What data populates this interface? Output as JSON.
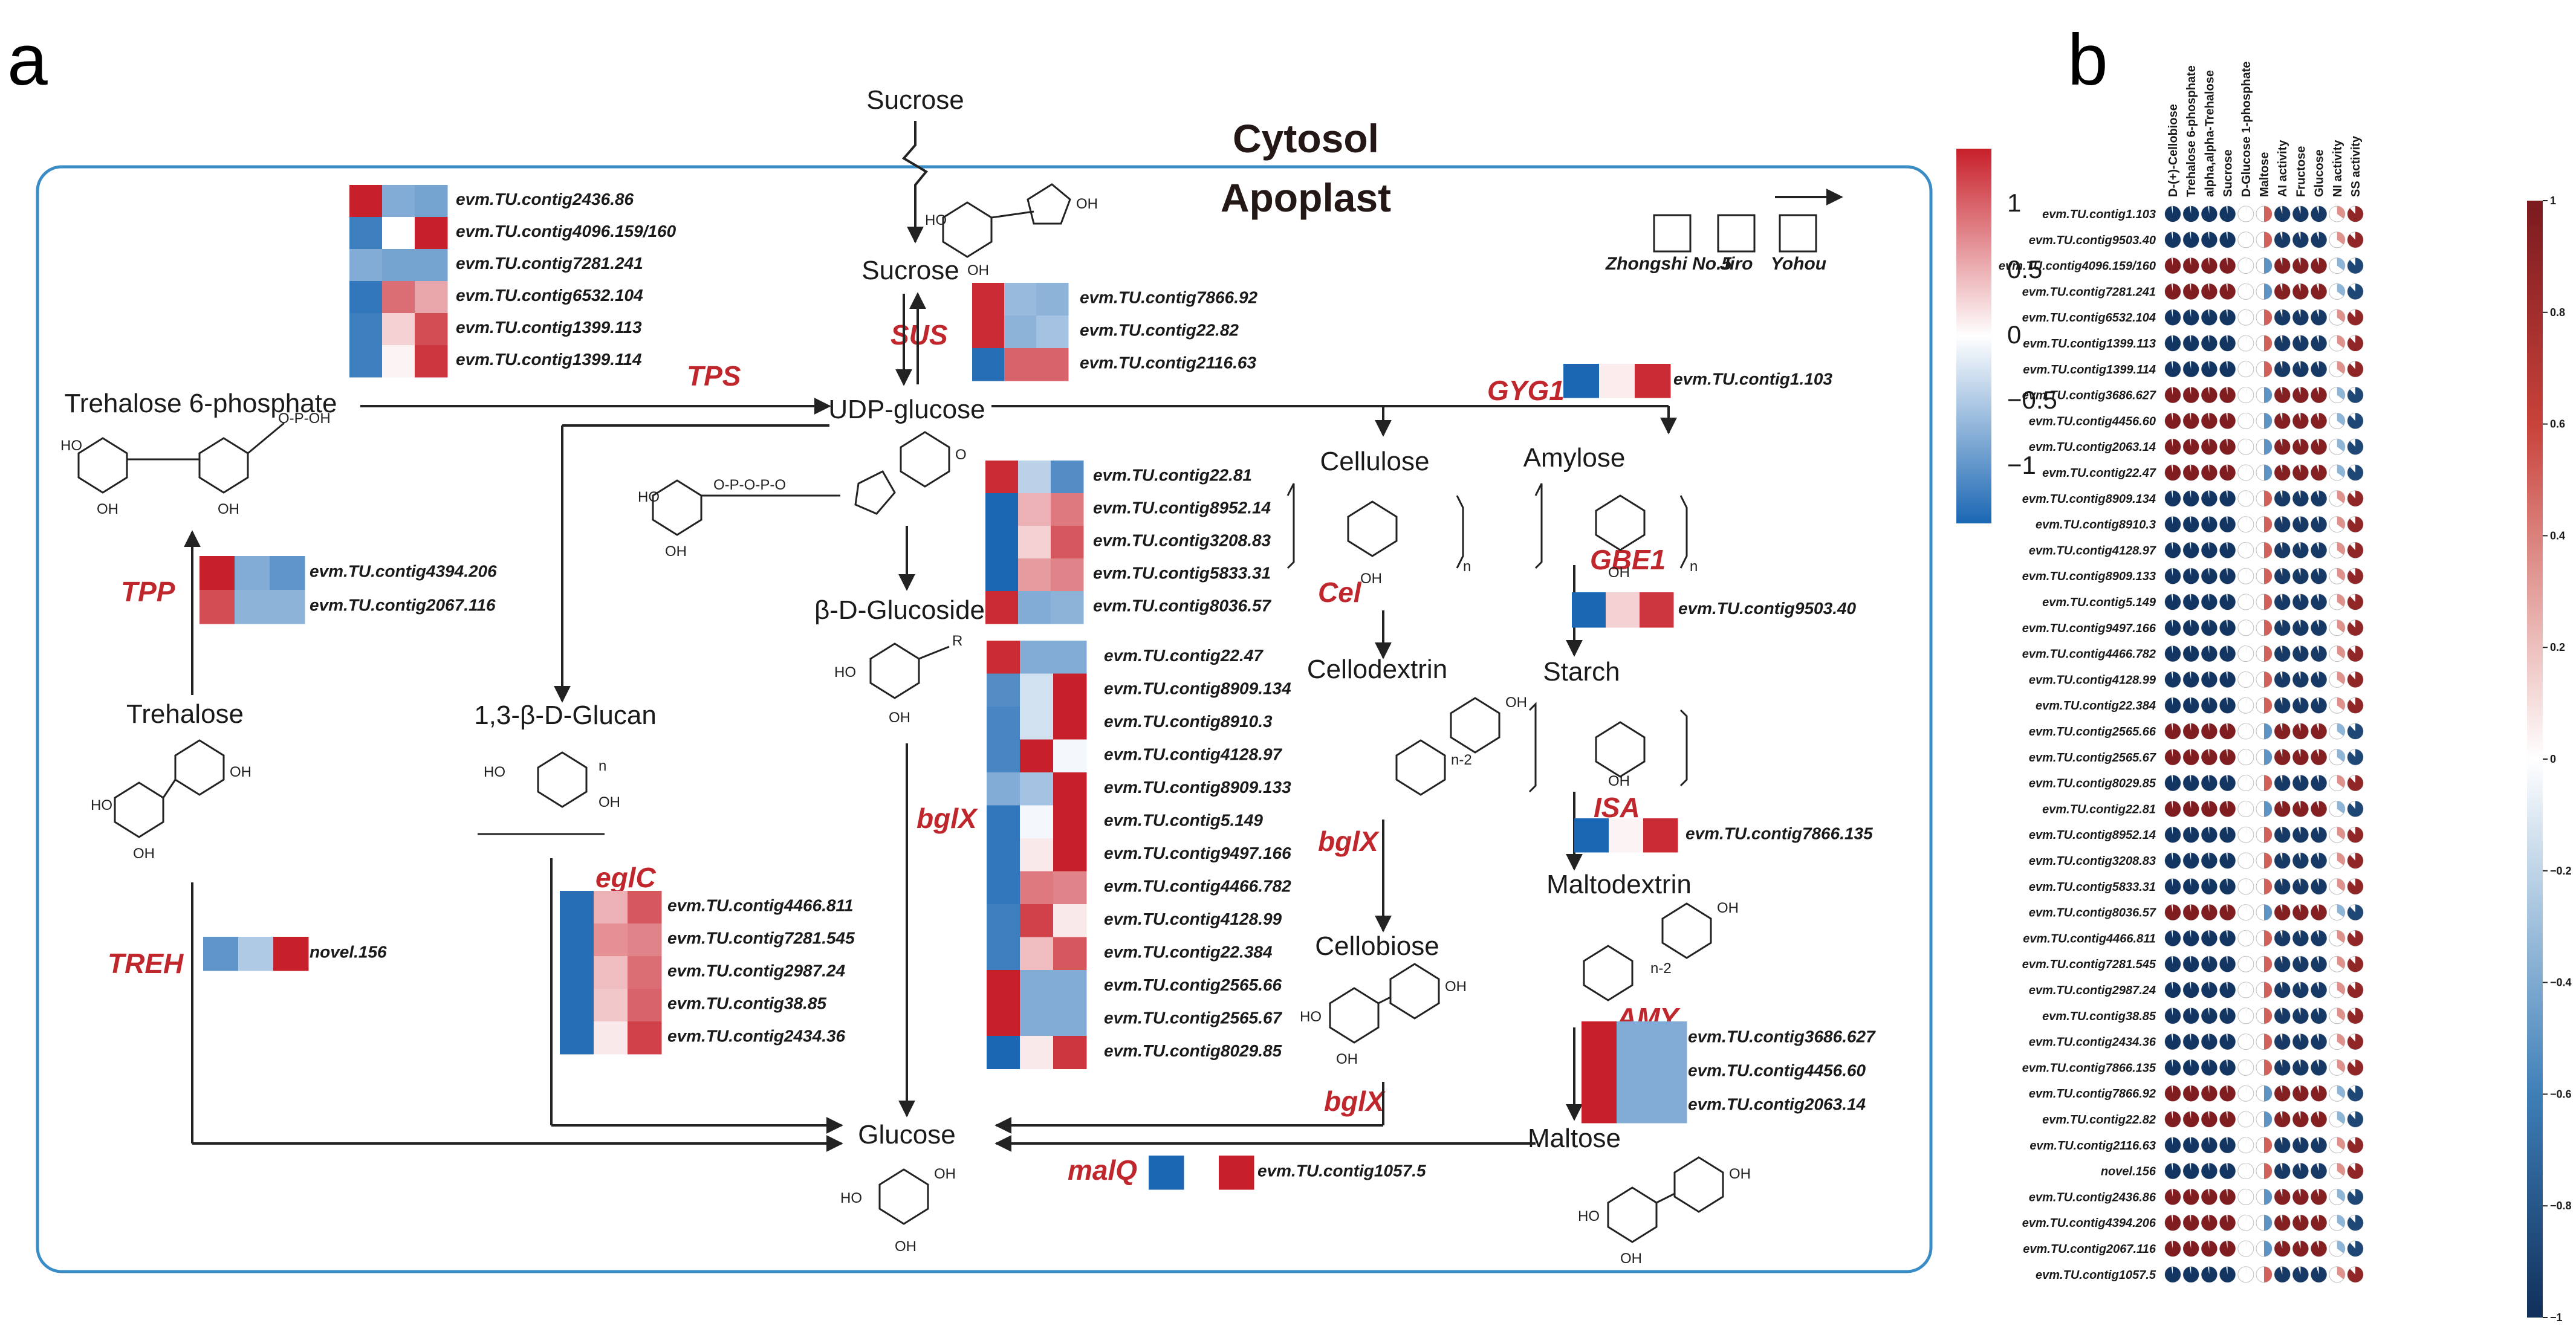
{
  "panel_labels": {
    "a": "a",
    "b": "b"
  },
  "compartments": {
    "cytosol": "Cytosol",
    "apoplast": "Apoplast"
  },
  "metabolites": {
    "sucrose_in": "Sucrose",
    "sucrose": "Sucrose",
    "udp_glucose": "UDP-glucose",
    "trehalose6p": "Trehalose 6-phosphate",
    "trehalose": "Trehalose",
    "glucan": "1,3-β-D-Glucan",
    "glucoside": "β-D-Glucoside",
    "cellulose": "Cellulose",
    "cellodextrin": "Cellodextrin",
    "cellobiose": "Cellobiose",
    "amylose": "Amylose",
    "starch": "Starch",
    "maltodextrin": "Maltodextrin",
    "maltose": "Maltose",
    "glucose": "Glucose"
  },
  "enzymes": {
    "SUS": "SUS",
    "TPS": "TPS",
    "TPP": "TPP",
    "TREH": "TREH",
    "eglC": "eglC",
    "bglX_main": "bglX",
    "bglX_mid": "bglX",
    "bglX_low": "bglX",
    "Cel": "Cel",
    "GYG1": "GYG1",
    "GBE1": "GBE1",
    "ISA": "ISA",
    "AMY": "AMY",
    "malQ": "malQ"
  },
  "cultivar_legend": {
    "labels": [
      "Zhongshi No.5",
      "Jiro",
      "Yohou"
    ]
  },
  "colorbar_a": {
    "ticks": [
      "1",
      "0.5",
      "0",
      "−0.5",
      "−1"
    ],
    "colors": [
      "#c8202a",
      "#ffffff",
      "#1b67b3"
    ]
  },
  "heatmaps": [
    {
      "id": "tps",
      "genes": [
        "evm.TU.contig2436.86",
        "evm.TU.contig4096.159/160",
        "evm.TU.contig7281.241",
        "evm.TU.contig6532.104",
        "evm.TU.contig1399.113",
        "evm.TU.contig1399.114"
      ],
      "values": [
        [
          1.0,
          -0.55,
          -0.6
        ],
        [
          -0.85,
          0.0,
          1.0
        ],
        [
          -0.55,
          -0.6,
          -0.6
        ],
        [
          -0.9,
          0.65,
          0.4
        ],
        [
          -0.85,
          0.2,
          0.8
        ],
        [
          -0.85,
          0.05,
          0.9
        ]
      ]
    },
    {
      "id": "sus",
      "genes": [
        "evm.TU.contig7866.92",
        "evm.TU.contig22.82",
        "evm.TU.contig2116.63"
      ],
      "values": [
        [
          0.95,
          -0.45,
          -0.5
        ],
        [
          0.95,
          -0.5,
          -0.4
        ],
        [
          -0.95,
          0.7,
          0.7
        ]
      ]
    },
    {
      "id": "gyg1",
      "genes": [
        "evm.TU.contig1.103"
      ],
      "values": [
        [
          -1.0,
          0.08,
          0.95
        ]
      ]
    },
    {
      "id": "tpp",
      "genes": [
        "evm.TU.contig4394.206",
        "evm.TU.contig2067.116"
      ],
      "values": [
        [
          1.0,
          -0.55,
          -0.7
        ],
        [
          0.8,
          -0.5,
          -0.5
        ]
      ]
    },
    {
      "id": "cel",
      "genes": [
        "evm.TU.contig22.81",
        "evm.TU.contig8952.14",
        "evm.TU.contig3208.83",
        "evm.TU.contig5833.31",
        "evm.TU.contig8036.57"
      ],
      "values": [
        [
          0.95,
          -0.3,
          -0.75
        ],
        [
          -1.0,
          0.35,
          0.6
        ],
        [
          -1.0,
          0.2,
          0.75
        ],
        [
          -1.0,
          0.45,
          0.55
        ],
        [
          0.95,
          -0.55,
          -0.5
        ]
      ]
    },
    {
      "id": "bglx",
      "genes": [
        "evm.TU.contig22.47",
        "evm.TU.contig8909.134",
        "evm.TU.contig8910.3",
        "evm.TU.contig4128.97",
        "evm.TU.contig8909.133",
        "evm.TU.contig5.149",
        "evm.TU.contig9497.166",
        "evm.TU.contig4466.782",
        "evm.TU.contig4128.99",
        "evm.TU.contig22.384",
        "evm.TU.contig2565.66",
        "evm.TU.contig2565.67",
        "evm.TU.contig8029.85"
      ],
      "values": [
        [
          0.95,
          -0.55,
          -0.55
        ],
        [
          -0.75,
          -0.2,
          1.0
        ],
        [
          -0.8,
          -0.2,
          1.0
        ],
        [
          -0.8,
          1.0,
          -0.05
        ],
        [
          -0.55,
          -0.4,
          1.0
        ],
        [
          -0.9,
          -0.05,
          1.0
        ],
        [
          -0.9,
          0.1,
          1.0
        ],
        [
          -0.9,
          0.6,
          0.55
        ],
        [
          -0.85,
          0.85,
          0.1
        ],
        [
          -0.85,
          0.3,
          0.75
        ],
        [
          1.0,
          -0.55,
          -0.55
        ],
        [
          1.0,
          -0.55,
          -0.55
        ],
        [
          -1.0,
          0.1,
          0.9
        ]
      ]
    },
    {
      "id": "gbe1",
      "genes": [
        "evm.TU.contig9503.40"
      ],
      "values": [
        [
          -1.0,
          0.2,
          0.9
        ]
      ]
    },
    {
      "id": "eglc",
      "genes": [
        "evm.TU.contig4466.811",
        "evm.TU.contig7281.545",
        "evm.TU.contig2987.24",
        "evm.TU.contig38.85",
        "evm.TU.contig2434.36"
      ],
      "values": [
        [
          -0.95,
          0.35,
          0.75
        ],
        [
          -0.95,
          0.5,
          0.55
        ],
        [
          -0.95,
          0.3,
          0.65
        ],
        [
          -0.95,
          0.25,
          0.7
        ],
        [
          -0.95,
          0.1,
          0.85
        ]
      ]
    },
    {
      "id": "isa",
      "genes": [
        "evm.TU.contig7866.135"
      ],
      "values": [
        [
          -1.0,
          0.05,
          0.95
        ]
      ]
    },
    {
      "id": "treh",
      "genes": [
        "novel.156"
      ],
      "values": [
        [
          -0.7,
          -0.35,
          1.0
        ]
      ]
    },
    {
      "id": "amy",
      "genes": [
        "evm.TU.contig3686.627",
        "evm.TU.contig4456.60",
        "evm.TU.contig2063.14"
      ],
      "values": [
        [
          1.0,
          -0.55,
          -0.55
        ],
        [
          1.0,
          -0.55,
          -0.55
        ],
        [
          1.0,
          -0.55,
          -0.55
        ]
      ]
    },
    {
      "id": "malq",
      "genes": [
        "evm.TU.contig1057.5"
      ],
      "values": [
        [
          -1.0,
          1.0
        ]
      ]
    }
  ],
  "correlation_panel": {
    "columns": [
      "D-(+)-Cellobiose",
      "Trehalose 6-phosphate",
      "alpha,alpha-Trehalose",
      "Sucrose",
      "D-Glucose 1-phosphate",
      "Maltose",
      "AI activity",
      "Fructose",
      "Glucose",
      "NI activity",
      "SS activity"
    ],
    "rows": [
      "evm.TU.contig1.103",
      "evm.TU.contig9503.40",
      "evm.TU.contig4096.159/160",
      "evm.TU.contig7281.241",
      "evm.TU.contig6532.104",
      "evm.TU.contig1399.113",
      "evm.TU.contig1399.114",
      "evm.TU.contig3686.627",
      "evm.TU.contig4456.60",
      "evm.TU.contig2063.14",
      "evm.TU.contig22.47",
      "evm.TU.contig8909.134",
      "evm.TU.contig8910.3",
      "evm.TU.contig4128.97",
      "evm.TU.contig8909.133",
      "evm.TU.contig5.149",
      "evm.TU.contig9497.166",
      "evm.TU.contig4466.782",
      "evm.TU.contig4128.99",
      "evm.TU.contig22.384",
      "evm.TU.contig2565.66",
      "evm.TU.contig2565.67",
      "evm.TU.contig8029.85",
      "evm.TU.contig22.81",
      "evm.TU.contig8952.14",
      "evm.TU.contig3208.83",
      "evm.TU.contig5833.31",
      "evm.TU.contig8036.57",
      "evm.TU.contig4466.811",
      "evm.TU.contig7281.545",
      "evm.TU.contig2987.24",
      "evm.TU.contig38.85",
      "evm.TU.contig2434.36",
      "evm.TU.contig7866.135",
      "evm.TU.contig7866.92",
      "evm.TU.contig22.82",
      "evm.TU.contig2116.63",
      "novel.156",
      "evm.TU.contig2436.86",
      "evm.TU.contig4394.206",
      "evm.TU.contig2067.116",
      "evm.TU.contig1057.5"
    ],
    "row_pattern": [
      "P",
      "P",
      "N",
      "N",
      "P",
      "P",
      "P",
      "N",
      "N",
      "N",
      "N",
      "P",
      "P",
      "P",
      "P",
      "P",
      "P",
      "P",
      "P",
      "P",
      "N",
      "N",
      "P",
      "N",
      "P",
      "P",
      "P",
      "N",
      "P",
      "P",
      "P",
      "P",
      "P",
      "P",
      "N",
      "N",
      "P",
      "P",
      "N",
      "N",
      "N",
      "P"
    ],
    "pattern_values": {
      "P": [
        -0.97,
        -0.97,
        -0.97,
        -0.97,
        0.04,
        0.5,
        -0.95,
        -0.95,
        -0.95,
        0.35,
        0.88
      ],
      "N": [
        0.97,
        0.97,
        0.97,
        0.97,
        -0.04,
        -0.5,
        0.95,
        0.95,
        0.95,
        -0.35,
        -0.88
      ]
    },
    "colorbar_ticks": [
      "1",
      "0.8",
      "0.6",
      "0.4",
      "0.2",
      "0",
      "−0.2",
      "−0.4",
      "−0.6",
      "−0.8",
      "−1"
    ]
  }
}
